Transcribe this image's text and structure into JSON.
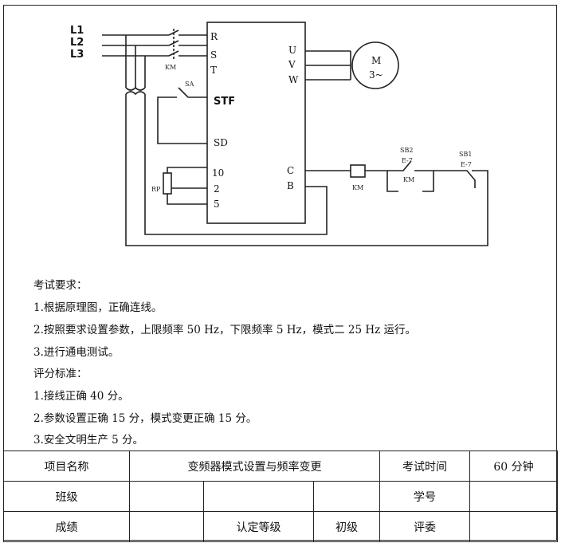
{
  "diagram": {
    "lines": [
      "L1",
      "L2",
      "L3"
    ],
    "km": "KM",
    "sa": "SA",
    "inputs": [
      "R",
      "S",
      "T"
    ],
    "outputs": [
      "U",
      "V",
      "W"
    ],
    "stf": "STF",
    "sd": "SD",
    "analog": [
      "10",
      "2",
      "5"
    ],
    "relay": [
      "C",
      "B"
    ],
    "rp": "RP",
    "motor": [
      "M",
      "3~"
    ],
    "coil": "KM",
    "sb2": "SB2",
    "sb2_tag": "E-7",
    "km_contact": "KM",
    "sb1": "SB1",
    "sb1_tag": "E-7"
  },
  "requirements": [
    "考试要求：",
    "1.根据原理图，正确连线。",
    "2.按照要求设置参数，上限频率 50 Hz，下限频率 5 Hz，模式二 25 Hz 运行。",
    "3.进行通电测试。",
    "评分标准：",
    "1.接线正确  40 分。",
    "2.参数设置正确 15 分，模式变更正确 15 分。",
    "3.安全文明生产 5 分。"
  ],
  "table": {
    "project_name_label": "项目名称",
    "project_name": "变频器模式设置与频率变更",
    "exam_time_label": "考试时间",
    "exam_time": "60 分钟",
    "class_label": "班级",
    "student_id_label": "学号",
    "score_label": "成绩",
    "level_label": "认定等级",
    "level": "初级",
    "judge_label": "评委"
  }
}
